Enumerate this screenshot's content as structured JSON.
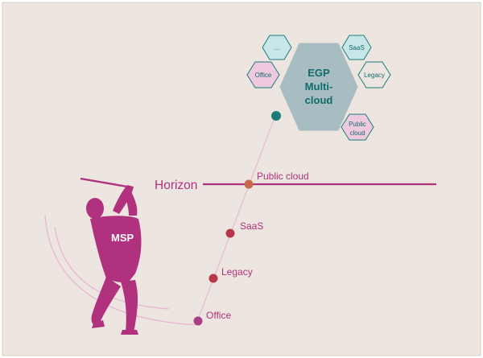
{
  "colors": {
    "background": "#ede5df",
    "magenta": "#b0317e",
    "magenta_light": "#e2a7c9",
    "teal": "#1b7c7c",
    "teal_light": "#c8e5e8",
    "pink_fill": "#efc9dd",
    "hex_center": "#a7bdc1",
    "hex_text": "#0f6c6c",
    "ball_orange": "#c76a4c",
    "ball_red": "#b6384a",
    "ball_purple": "#a83f86",
    "ball_teal": "#1b7c7c"
  },
  "horizon": {
    "label": "Horizon"
  },
  "golfer": {
    "label": "MSP"
  },
  "milestones": [
    {
      "label": "Public cloud",
      "color": "#c76a4c"
    },
    {
      "label": "SaaS",
      "color": "#b6384a"
    },
    {
      "label": "Legacy",
      "color": "#b6384a"
    },
    {
      "label": "Office",
      "color": "#a83f86"
    }
  ],
  "cluster": {
    "center": {
      "line1": "EGP",
      "line2": "Multi-",
      "line3": "cloud"
    },
    "satellites": [
      {
        "line1": "...",
        "line2": "",
        "style": "teal_light"
      },
      {
        "line1": "SaaS",
        "line2": "",
        "style": "teal_light"
      },
      {
        "line1": "Office",
        "line2": "",
        "style": "pink"
      },
      {
        "line1": "Legacy",
        "line2": "",
        "style": "plain"
      },
      {
        "line1": "Public",
        "line2": "cloud",
        "style": "pink"
      }
    ]
  },
  "goal_dot": {
    "color": "#1b7c7c"
  }
}
